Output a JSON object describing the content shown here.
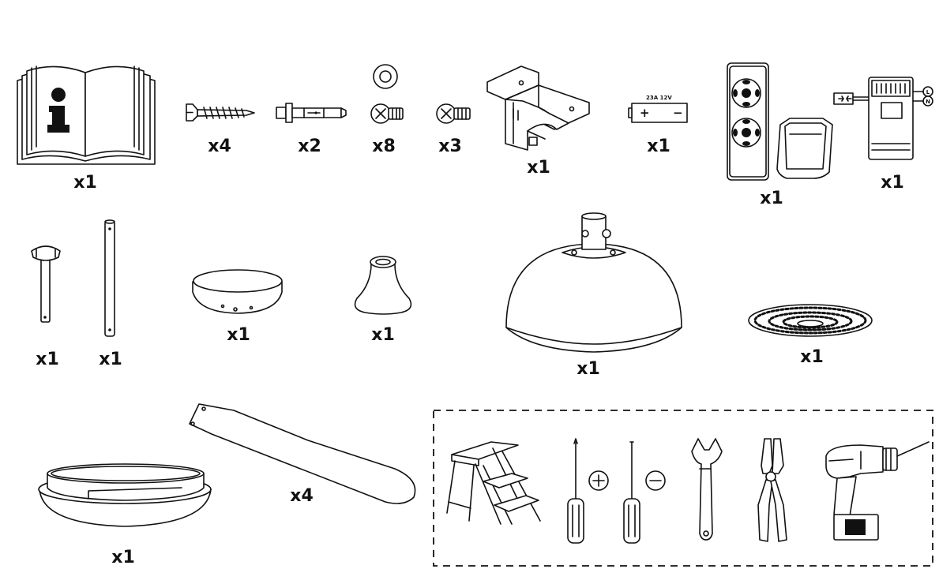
{
  "parts": {
    "manual": {
      "qty": "x1",
      "icon": "manual-book-icon",
      "glyph": "i"
    },
    "wood_screw": {
      "qty": "x4",
      "icon": "wood-screw-icon"
    },
    "wall_anchor": {
      "qty": "x2",
      "icon": "wall-anchor-icon"
    },
    "washer_screw": {
      "qty": "x8",
      "icon": "screw-with-washer-icon"
    },
    "small_screw": {
      "qty": "x3",
      "icon": "small-screw-icon"
    },
    "mounting_bracket": {
      "qty": "x1",
      "icon": "mounting-bracket-icon"
    },
    "battery": {
      "qty": "x1",
      "icon": "battery-icon",
      "label": "23A 12V",
      "plus": "+",
      "minus": "−"
    },
    "remote_holder": {
      "qty": "x1",
      "icon": "remote-control-icon"
    },
    "receiver": {
      "qty": "x1",
      "icon": "receiver-icon",
      "terminal_l": "L",
      "terminal_n": "N"
    },
    "short_downrod": {
      "qty": "x1",
      "icon": "short-downrod-icon"
    },
    "long_downrod": {
      "qty": "x1",
      "icon": "long-downrod-icon"
    },
    "canopy": {
      "qty": "x1",
      "icon": "canopy-icon"
    },
    "coupling_cover": {
      "qty": "x1",
      "icon": "coupling-cover-icon"
    },
    "motor_housing": {
      "qty": "x1",
      "icon": "motor-housing-icon"
    },
    "led_board": {
      "qty": "x1",
      "icon": "led-board-icon"
    },
    "light_cover": {
      "qty": "x1",
      "icon": "light-cover-icon"
    },
    "blade": {
      "qty": "x4",
      "icon": "fan-blade-icon"
    }
  },
  "tools": [
    {
      "icon": "step-ladder-icon"
    },
    {
      "icon": "phillips-screwdriver-icon",
      "symbol": "⊕"
    },
    {
      "icon": "flathead-screwdriver-icon",
      "symbol": "⊖"
    },
    {
      "icon": "adjustable-wrench-icon"
    },
    {
      "icon": "pliers-icon"
    },
    {
      "icon": "power-drill-icon"
    }
  ]
}
